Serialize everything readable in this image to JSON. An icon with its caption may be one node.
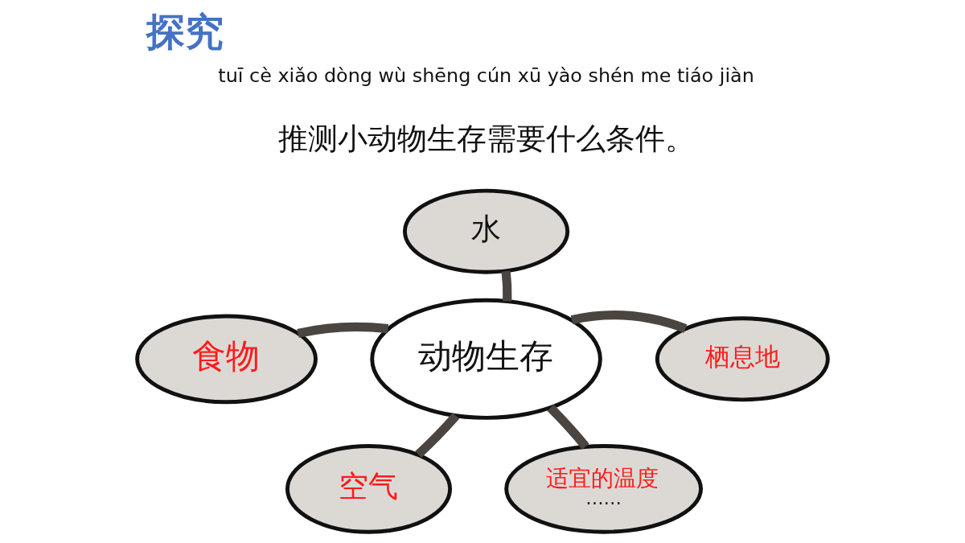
{
  "diagram": {
    "title": "探究",
    "nodes": [
      {
        "text": [
          "水"
        ]
      },
      {
        "text": [
          "食物"
        ]
      },
      {
        "text": [
          "动物生存"
        ]
      },
      {
        "text": [
          "栖息地"
        ]
      },
      {
        "text": [
          "空气"
        ]
      },
      {
        "text": [
          "适宜的温度",
          "……"
        ]
      }
    ],
    "edges": [
      {
        "from": 2,
        "to": 0,
        "arrow": "none"
      },
      {
        "from": 2,
        "to": 1,
        "arrow": "none"
      },
      {
        "from": 2,
        "to": 3,
        "arrow": "none"
      },
      {
        "from": 2,
        "to": 4,
        "arrow": "none"
      },
      {
        "from": 2,
        "to": 5,
        "arrow": "none"
      }
    ],
    "labels": [
      "tuī cè xiǎo dòng wù shēng cún xū yào shén me tiáo jiàn",
      "推测小动物生存需要什么条件。"
    ]
  }
}
